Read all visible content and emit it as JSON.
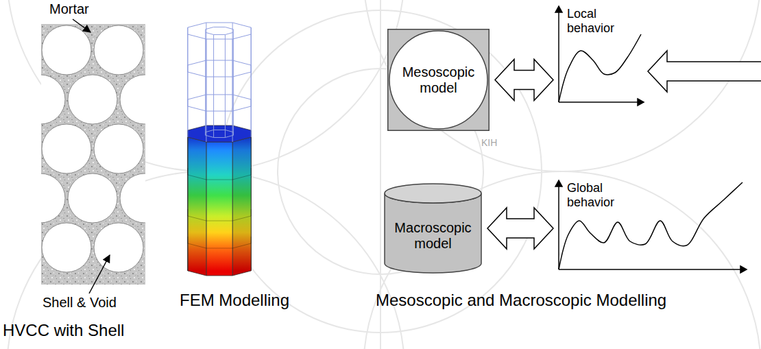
{
  "diagram": {
    "nodes": [
      {
        "text": [
          "Mesoscopic model"
        ]
      },
      {
        "text": [
          "Local behavior"
        ]
      },
      {
        "text": [
          "Macroscopic model"
        ]
      },
      {
        "text": [
          "Global behavior"
        ]
      }
    ],
    "edges": [
      {
        "from": 0,
        "to": 1,
        "arrow": "both"
      },
      {
        "from": 2,
        "to": 3,
        "arrow": "both"
      }
    ],
    "labels": [
      "Mortar",
      "Shell & Void",
      "FEM Modelling",
      "Mesoscopic and Macroscopic Modelling",
      "HVCC with Shell",
      "KIH"
    ]
  }
}
